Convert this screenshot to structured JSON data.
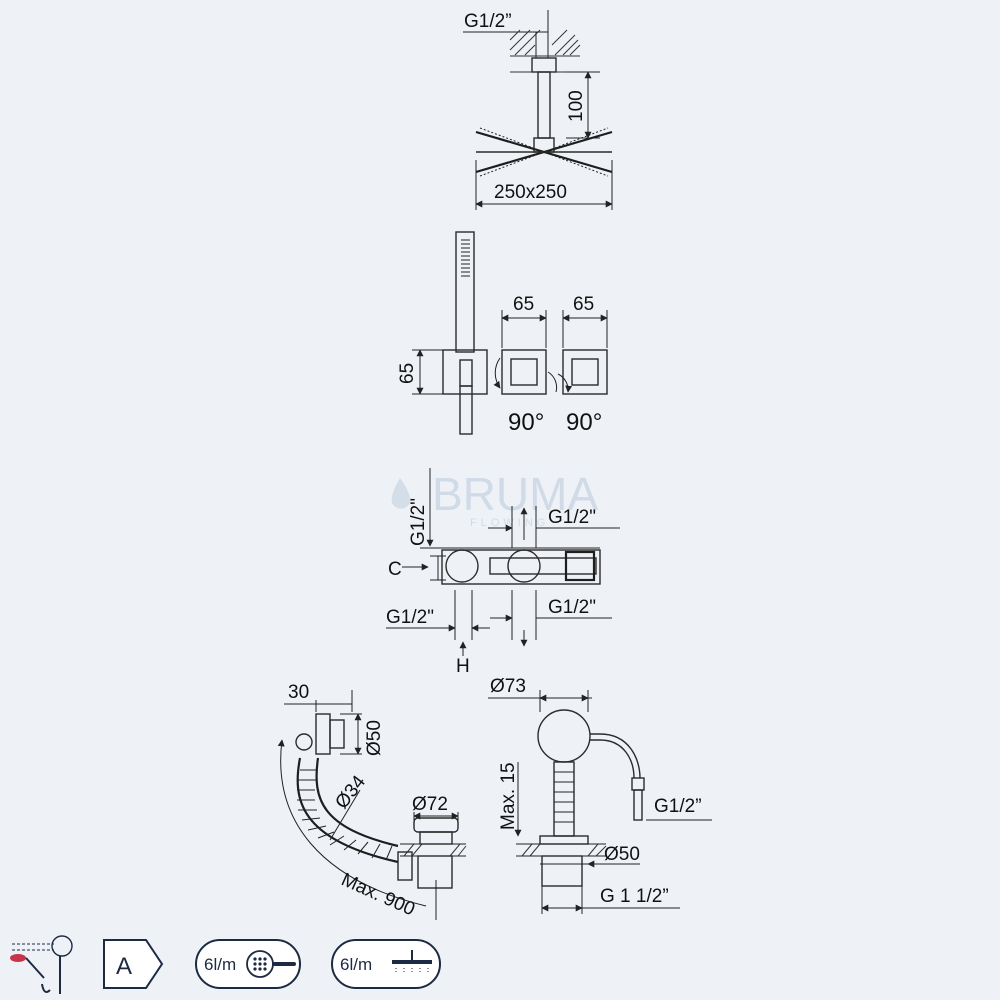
{
  "watermark": {
    "brand": "BRUMA",
    "tagline": "FLOWING"
  },
  "head_shower": {
    "connection": "G1/2”",
    "arm_length": "100",
    "size": "250x250"
  },
  "valves": {
    "width_1": "65",
    "width_2": "65",
    "height": "65",
    "rotation_1": "90°",
    "rotation_2": "90°"
  },
  "body": {
    "top_height": "G1/2\"",
    "right_top": "G1/2\"",
    "right_bottom": "G1/2\"",
    "left_bottom": "G1/2\"",
    "c_label": "C",
    "h_label": "H"
  },
  "waste": {
    "overflow_width": "30",
    "overflow_dia": "Ø50",
    "hose_dia": "Ø34",
    "plug_dia": "Ø72",
    "max_length": "Max. 900"
  },
  "spout": {
    "top_dia": "Ø73",
    "max_height": "Max. 15",
    "connection": "G1/2”",
    "base_dia": "Ø50",
    "thread": "G 1 1/2”"
  },
  "icons": {
    "energy_class": "A",
    "flow_1": "6l/m",
    "flow_2": "6l/m"
  },
  "colors": {
    "line": "#222222",
    "background": "#eef2f7",
    "badge": "#1d2a44",
    "accent": "#c8344a"
  }
}
